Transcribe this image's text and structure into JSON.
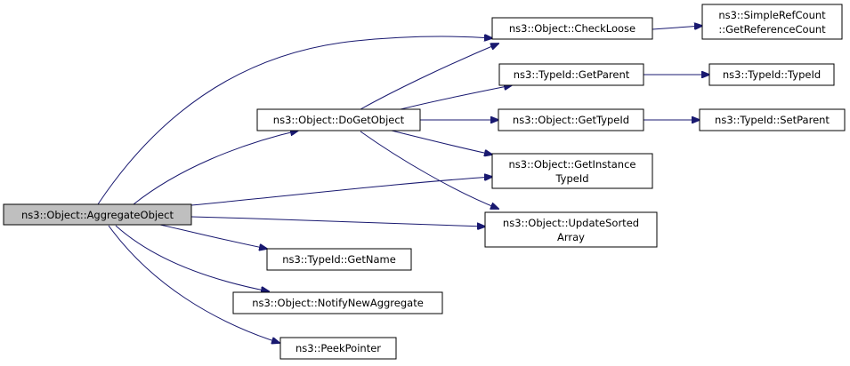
{
  "colors": {
    "edge": "#191970",
    "node_fill": "#ffffff",
    "root_fill": "#bfbfbf",
    "border": "#000000"
  },
  "nodes": {
    "aggregate_object": "ns3::Object::AggregateObject",
    "do_get_object": "ns3::Object::DoGetObject",
    "check_loose": "ns3::Object::CheckLoose",
    "get_reference_count": [
      "ns3::SimpleRefCount",
      "::GetReferenceCount"
    ],
    "get_parent": "ns3::TypeId::GetParent",
    "type_id": "ns3::TypeId::TypeId",
    "get_type_id": "ns3::Object::GetTypeId",
    "set_parent": "ns3::TypeId::SetParent",
    "get_instance_type_id": [
      "ns3::Object::GetInstance",
      "TypeId"
    ],
    "update_sorted_array": [
      "ns3::Object::UpdateSorted",
      "Array"
    ],
    "get_name": "ns3::TypeId::GetName",
    "notify_new_aggregate": "ns3::Object::NotifyNewAggregate",
    "peek_pointer": "ns3::PeekPointer"
  }
}
